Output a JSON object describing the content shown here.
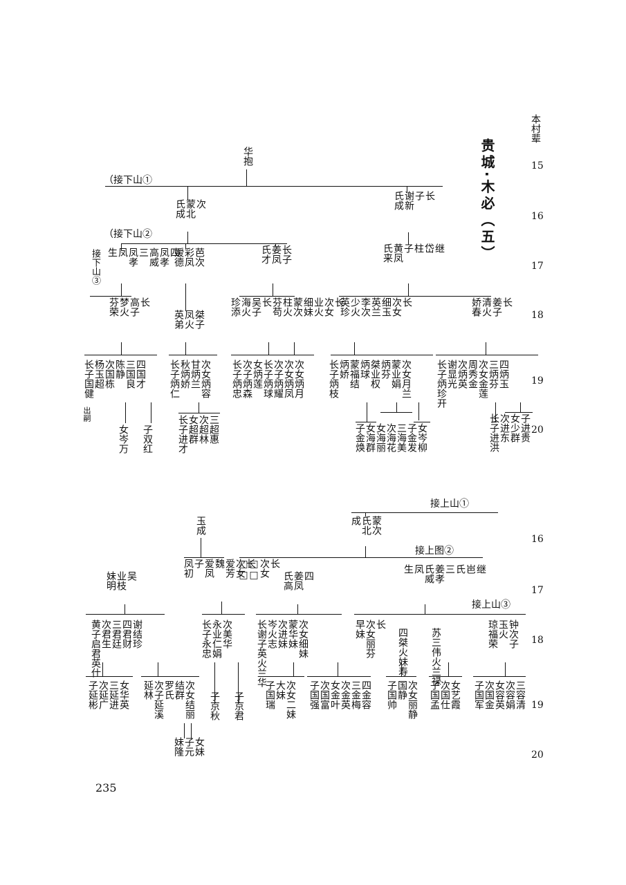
{
  "page": {
    "title": "贵城·木必（五）",
    "generation_header": "本村辈",
    "page_number": "235"
  },
  "generations": {
    "top": [
      "15",
      "16",
      "17",
      "18",
      "19",
      "20"
    ],
    "bottom": [
      "16",
      "17",
      "18",
      "19",
      "20"
    ]
  },
  "connectors": {
    "c1": "（接下山①",
    "c2": "（接下山②",
    "c3": "接下山③",
    "c4": "接上山①",
    "c5": "接上图②",
    "c6": "接上山③",
    "chushi": "出嗣"
  },
  "top": {
    "g15": [
      "华抱"
    ],
    "g16": [
      [
        "次",
        "蒙北",
        "氏成"
      ],
      [
        "长",
        "子",
        "谢新",
        "氏成"
      ]
    ],
    "g17": [
      [
        "四",
        "凤孝",
        "高威"
      ],
      [
        "三",
        "凤孝"
      ],
      [
        "凤",
        "生"
      ],
      [
        "芭次",
        "彩凤",
        "嫒德"
      ],
      [
        "长子",
        "姜凤",
        "氏才"
      ],
      [
        "继",
        "岱",
        "柱"
      ],
      [
        "子",
        "黄凤",
        "氏来"
      ]
    ],
    "g18": [
      [
        "长",
        "高子",
        "梦火",
        "芬荣"
      ],
      [
        "桀子",
        "凤火",
        "英弟"
      ],
      [
        "长",
        "次女",
        "业火",
        "细妹"
      ],
      [
        "蒙次",
        "柱火",
        "芬苟"
      ],
      [
        "长",
        "吴子",
        "海火",
        "珍添"
      ],
      [
        "长",
        "次女",
        "细玉",
        "英兰"
      ],
      [
        "李次",
        "少火",
        "英珍"
      ],
      [
        "长",
        "姜子",
        "清火",
        "娇春"
      ]
    ],
    "g19_groups": [
      [
        "四国才",
        "三国良",
        "陈静",
        "次国栋",
        "杨玉超",
        "长子国健"
      ],
      [
        "次女炳容",
        "甘炳兰",
        "秋炳娇",
        "长子炳仁"
      ],
      [
        "次女炳月",
        "次女炳凤",
        "次子炳耀",
        "长子炳球",
        "女炳莲",
        "次子炳森",
        "长子炳忠"
      ],
      [
        "次女月兰",
        "蒙业娟",
        "炳芬",
        "桀业权",
        "炳球",
        "蒙福结",
        "炳娇",
        "长子炳枝"
      ],
      [
        "四炳玉",
        "三炳芬",
        "次女金莲",
        "周秀金",
        "次炳英",
        "谢显光",
        "长子炳珍开"
      ]
    ],
    "g20_groups": [
      [
        "子双红",
        "女岑万"
      ],
      [
        "三超惠",
        "次超林",
        "女超群",
        "长子进才"
      ],
      [
        "女岑柳",
        "子金发",
        "三海美",
        "次海花",
        "女海丽",
        "女海群",
        "子金焕"
      ],
      [
        "子进贵",
        "女少群",
        "次进东",
        "长子进洪"
      ]
    ]
  },
  "bottom": {
    "g16": [
      [
        "玉成"
      ],
      [
        "蒙次",
        "氏北",
        "成"
      ]
    ],
    "g17": [
      [
        "吴",
        "业枝",
        "妹明"
      ],
      [
        "长",
        "次女",
        "爱芳"
      ],
      [
        "魏",
        "爱凤"
      ],
      [
        "子",
        "凤初"
      ],
      [
        "长",
        "次女",
        "□□",
        "□□"
      ],
      [
        "四",
        "姜凤",
        "氏高"
      ],
      [
        "继",
        "岜",
        "氏"
      ],
      [
        "三",
        "姜孝",
        "氏威"
      ],
      [
        "凤",
        "生"
      ]
    ],
    "g18": [
      [
        "谢结珍",
        "四君财",
        "三君廷",
        "次君生",
        "黄子启君英仕"
      ],
      [
        "次美华",
        "永业仁娟",
        "长子永忠"
      ],
      [
        "次女细妹",
        "蒙华妹",
        "次进妹",
        "岑火志",
        "长谢子英火兰华"
      ],
      [
        "长",
        "次女丽芬",
        "早妹"
      ],
      [
        "四桀火妹寿"
      ],
      [
        "苏三伟火兰禄"
      ],
      [
        "钟次子",
        "玉火",
        "琼福荣"
      ]
    ],
    "g19_groups": [
      [
        "女华英",
        "三延进",
        "次延广",
        "子延彬"
      ],
      [
        "次女结丽",
        "结群",
        "罗氏",
        "次子延溪",
        "延林"
      ],
      [
        "子京君",
        "子京秋"
      ],
      [
        "次女二妹",
        "大妹",
        "子国瑞"
      ],
      [
        "四金容",
        "三金梅",
        "次金英",
        "女金叶",
        "次国富",
        "子国强"
      ],
      [
        "次女丽静",
        "国静",
        "子国帅"
      ],
      [
        "女艺霞",
        "次国仕",
        "子国孟"
      ],
      [
        "三容清",
        "次容娟",
        "女容英",
        "次国金",
        "子国军"
      ]
    ],
    "g20": [
      "女妹",
      "子元",
      "妹隆"
    ]
  }
}
